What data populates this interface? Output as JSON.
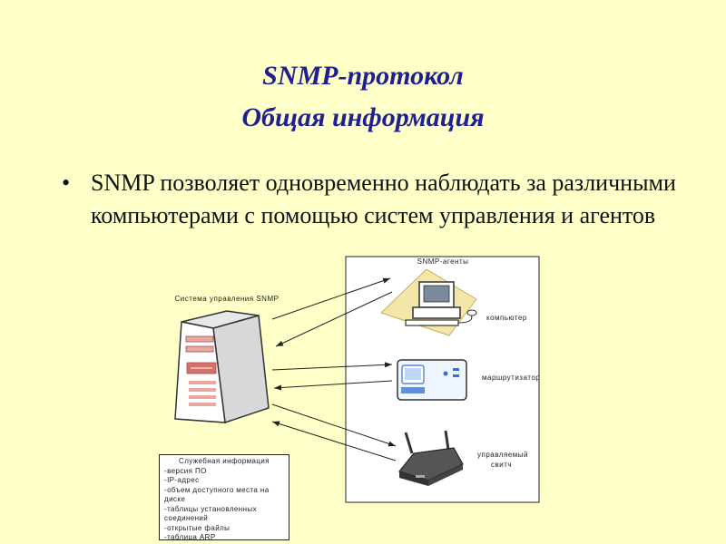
{
  "slide": {
    "title_line1": "SNMP-протокол",
    "title_line2": "Общая информация",
    "bullet_text": "SNMP позволяет одновременно наблюдать за различными компьютерами с помощью систем управления и агентов",
    "colors": {
      "background": "#FFFFC8",
      "title": "#1F1F8F"
    }
  },
  "diagram": {
    "manager_label": "Система управления SNMP",
    "agents_label": "SNMP-агенты",
    "devices": [
      {
        "label": "компьютер",
        "icon": "computer-icon"
      },
      {
        "label": "маршрутизатор",
        "icon": "router-icon"
      },
      {
        "label_line1": "управляемый",
        "label_line2": "свитч",
        "icon": "switch-icon"
      }
    ],
    "info_box": {
      "header": "Служебная информация",
      "lines": [
        "-версия ПО",
        "-IP-адрес",
        "-объем доступного места на диске",
        "-таблицы установленных соединений",
        "-открытые файлы",
        "-таблица ARP"
      ]
    }
  }
}
